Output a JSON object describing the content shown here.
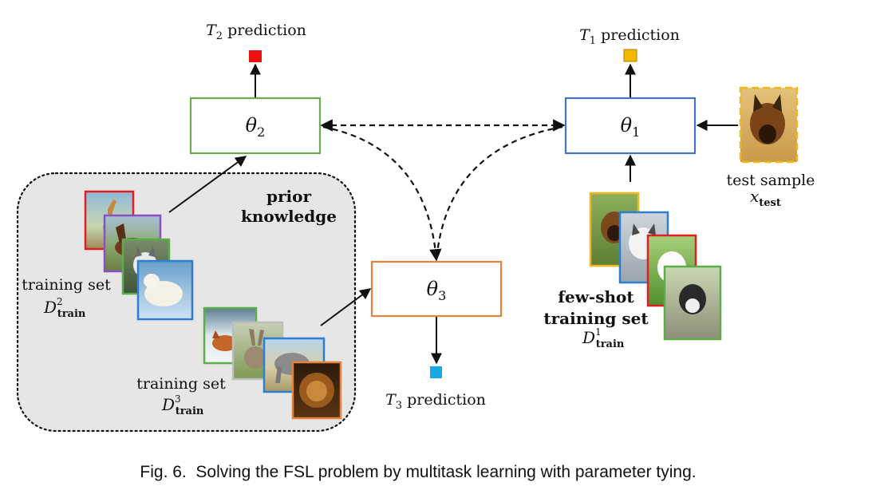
{
  "theta2": {
    "label": "θ",
    "sub": "2"
  },
  "theta1": {
    "label": "θ",
    "sub": "1"
  },
  "theta3": {
    "label": "θ",
    "sub": "3"
  },
  "pred2": {
    "T": "T",
    "sub": "2",
    "text": " prediction",
    "color": "#ee1111"
  },
  "pred1": {
    "T": "T",
    "sub": "1",
    "text": " prediction",
    "color": "#f5b800"
  },
  "pred3": {
    "T": "T",
    "sub": "3",
    "text": " prediction",
    "color": "#19a8e6"
  },
  "prior": {
    "line1": "prior",
    "line2": "knowledge"
  },
  "train2": {
    "line1": "training set",
    "D": "D",
    "sub": "train",
    "sup": "2"
  },
  "train3": {
    "line1": "training set",
    "D": "D",
    "sub": "train",
    "sup": "3"
  },
  "fewshot": {
    "line1": "few-shot",
    "line2": "training set",
    "D": "D",
    "sub": "train",
    "sup": "1"
  },
  "test": {
    "line1": "test sample",
    "x": "x",
    "sub": "test"
  },
  "caption": "Fig. 6.  Solving the FSL problem by multitask learning with parameter tying.",
  "colors": {
    "theta2_border": "#6aab4a",
    "theta1_border": "#4a72c4",
    "theta3_border": "#e8823a",
    "prior_fill": "#e6e6e6",
    "frame_red": "#e02020",
    "frame_purple": "#8a4fc2",
    "frame_green": "#5aae48",
    "frame_blue": "#2f7fd0",
    "frame_orange": "#e8823a",
    "frame_gold": "#f0b81a",
    "frame_gray": "#bdbdbd"
  }
}
